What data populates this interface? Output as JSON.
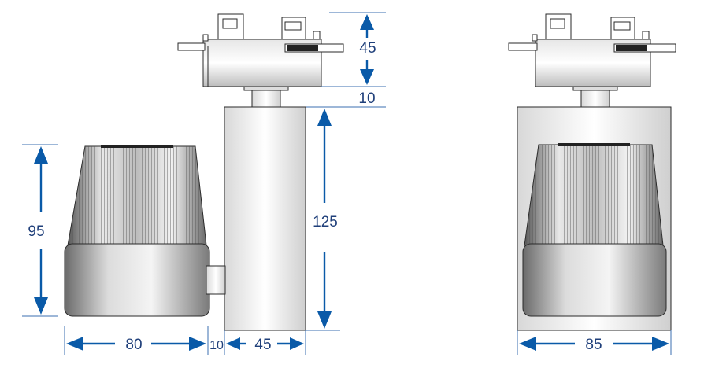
{
  "drawing": {
    "accent_color": "#0a5aa8",
    "text_color": "#1f3f7a",
    "dimensions": {
      "connector_height": "45",
      "neck_height": "10",
      "body_height": "125",
      "head_height": "95",
      "head_depth": "80",
      "gap": "10",
      "body_width": "45",
      "front_width": "85"
    }
  }
}
